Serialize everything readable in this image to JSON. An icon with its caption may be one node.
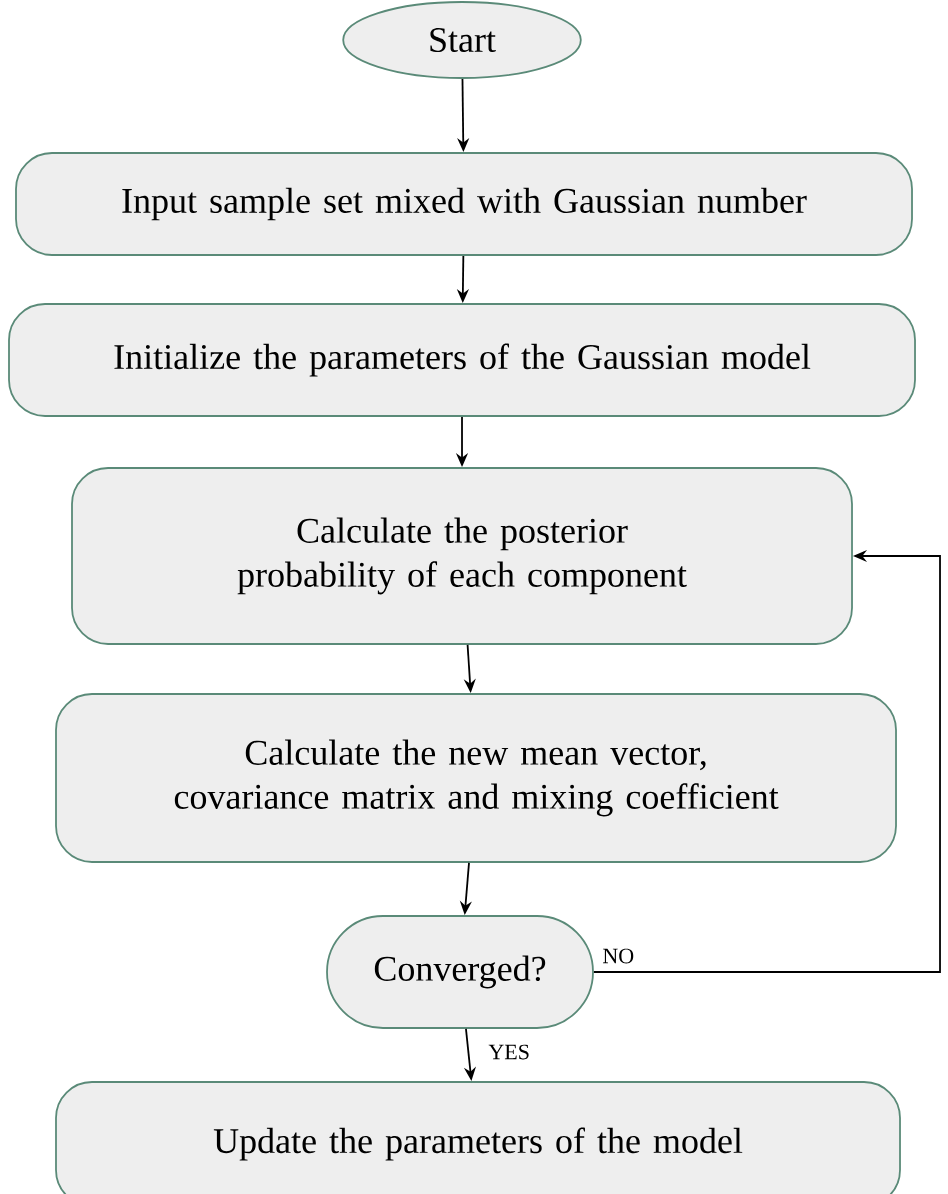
{
  "diagram": {
    "nodes": [
      {
        "text": [
          "Start"
        ]
      },
      {
        "text": [
          "Input sample set mixed with Gaussian number"
        ]
      },
      {
        "text": [
          "Initialize the parameters of the Gaussian model"
        ]
      },
      {
        "text": [
          "Calculate the posterior probability of each component"
        ]
      },
      {
        "text": [
          "Calculate the new mean vector, covariance matrix and mixing coefficient"
        ]
      },
      {
        "text": [
          "Converged?"
        ]
      },
      {
        "text": [
          "Update the parameters of the model"
        ]
      }
    ],
    "edges": [
      {
        "from": 0,
        "to": 1,
        "arrow": "to"
      },
      {
        "from": 1,
        "to": 2,
        "arrow": "to"
      },
      {
        "from": 2,
        "to": 3,
        "arrow": "to"
      },
      {
        "from": 3,
        "to": 4,
        "arrow": "to"
      },
      {
        "from": 4,
        "to": 5,
        "arrow": "to"
      },
      {
        "from": 5,
        "to": 6,
        "arrow": "to",
        "label": "YES"
      },
      {
        "from": 5,
        "to": 3,
        "arrow": "to",
        "label": "NO"
      }
    ]
  }
}
